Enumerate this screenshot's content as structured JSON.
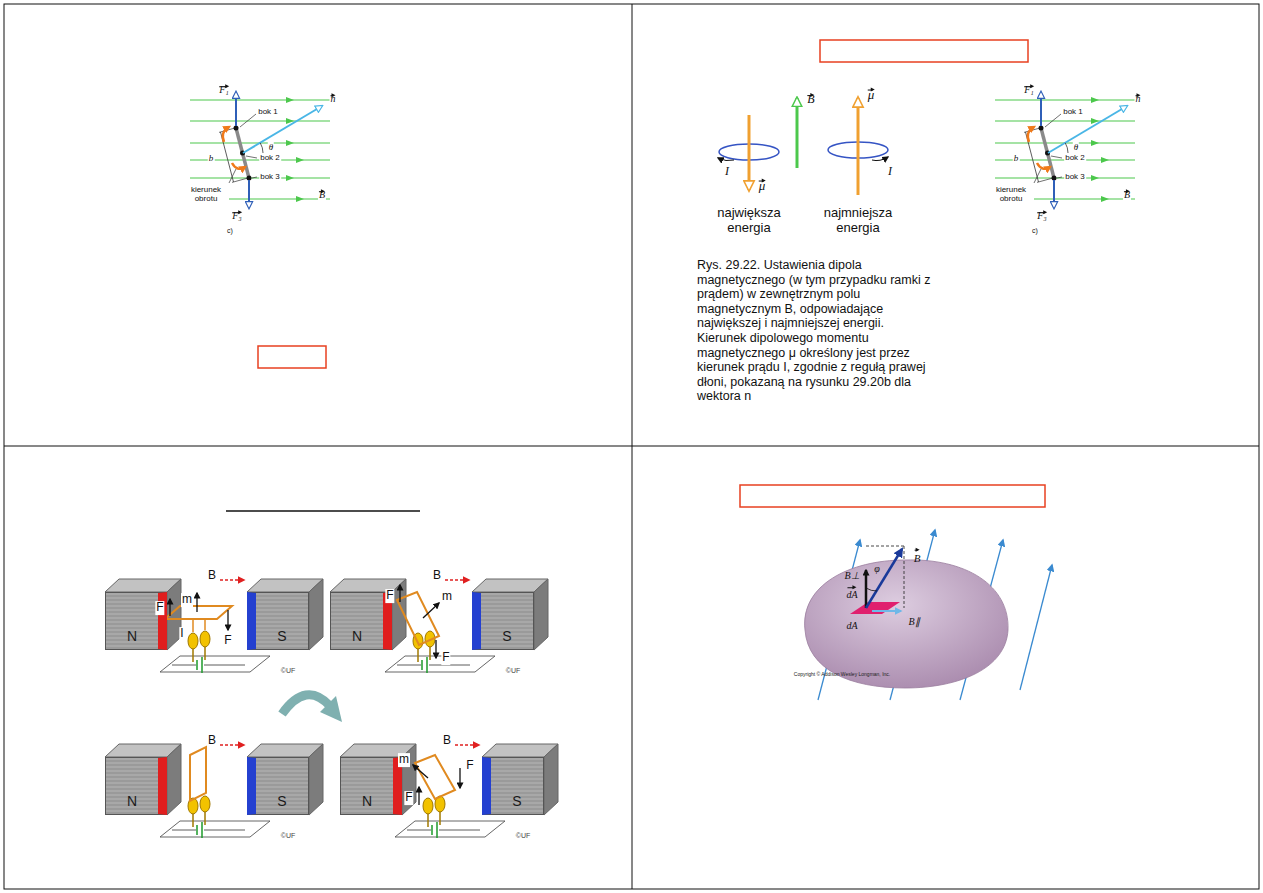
{
  "diagram": {
    "caption": "Rys. 29.22. Ustawienia dipola magnetycznego (w tym przypadku ramki z prądem) w zewnętrznym polu magnetycznym B, odpowiadające największej i najmniejszej energii. Kierunek dipolowego momentu magnetycznego μ określony jest przez kierunek prądu I, zgodnie z regułą prawej dłoni, pokazaną na rysunku 29.20b dla wektora n",
    "nodes": [
      {
        "text": [
          "N"
        ]
      },
      {
        "text": [
          "S"
        ]
      },
      {
        "text": [
          "N"
        ]
      },
      {
        "text": [
          "S"
        ]
      },
      {
        "text": [
          "N"
        ]
      },
      {
        "text": [
          "S"
        ]
      },
      {
        "text": [
          "N"
        ]
      },
      {
        "text": [
          "S"
        ]
      }
    ],
    "labels": [
      "F₁",
      "bok 1",
      "n",
      "θ",
      "b",
      "bok 2",
      "bok 3",
      "kierunek obrotu",
      "B",
      "F₃",
      "c)",
      "B",
      "μ",
      "I",
      "μ",
      "I",
      "największa energia",
      "najmniejsza energia",
      "F₁",
      "bok 1",
      "n",
      "θ",
      "b",
      "bok 2",
      "bok 3",
      "kierunek obrotu",
      "B",
      "F₃",
      "c)",
      "B",
      "m",
      "F",
      "F",
      "I",
      "©UF",
      "B",
      "F",
      "m",
      "F",
      "©UF",
      "B",
      "©UF",
      "B",
      "m",
      "F",
      "F",
      "©UF",
      "B",
      "B⊥",
      "φ",
      "dA",
      "dA",
      "B∥",
      "Copyright © Addison Wesley Longman, Inc."
    ]
  }
}
